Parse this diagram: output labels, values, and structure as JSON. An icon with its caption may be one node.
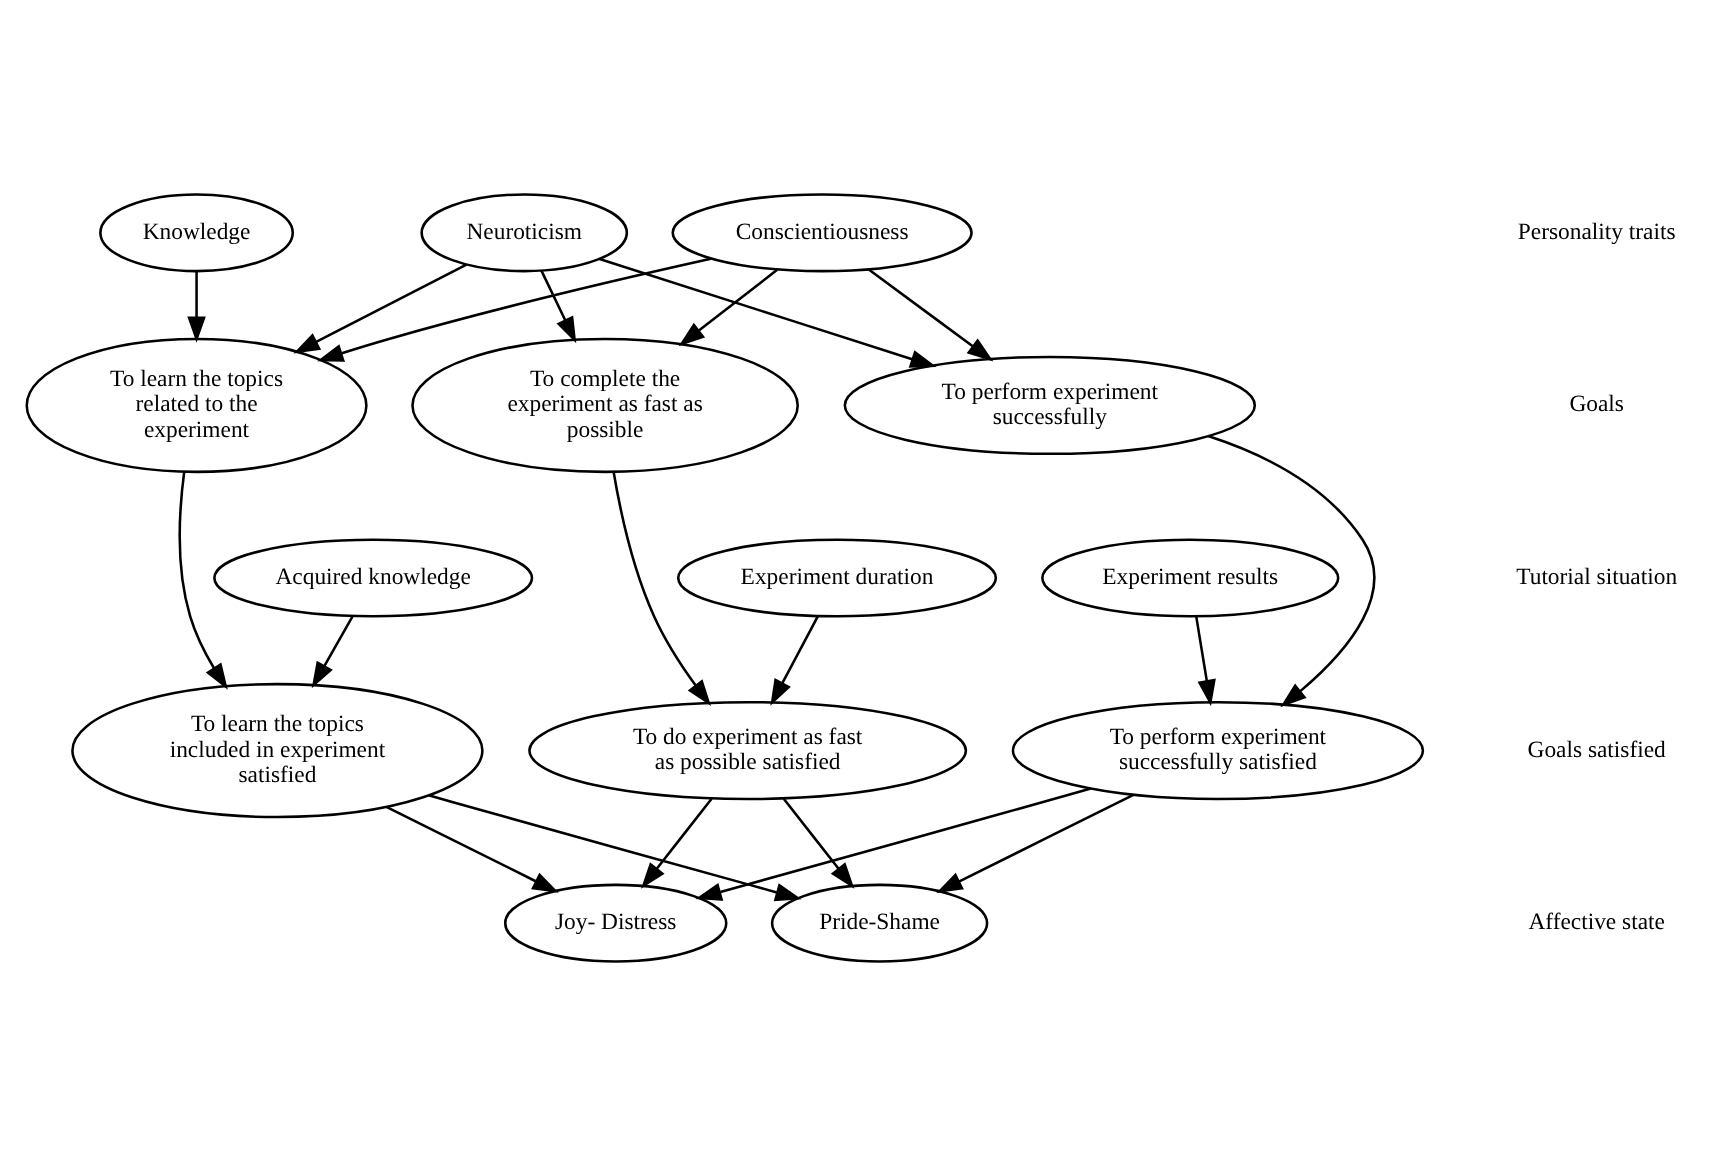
{
  "diagram": {
    "nodes": [
      {
        "text": [
          "Knowledge"
        ]
      },
      {
        "text": [
          "Conscientiousness"
        ]
      },
      {
        "text": [
          "Neuroticism"
        ]
      },
      {
        "text": [
          "To learn the topics related to the experiment"
        ]
      },
      {
        "text": [
          "To perform experiment successfully"
        ]
      },
      {
        "text": [
          "To complete the experiment as fast as possible"
        ]
      },
      {
        "text": [
          "Acquired knowledge"
        ]
      },
      {
        "text": [
          "Experiment results"
        ]
      },
      {
        "text": [
          "Experiment duration"
        ]
      },
      {
        "text": [
          "To learn the topics included in experiment satisfied"
        ]
      },
      {
        "text": [
          "To perform experiment successfully satisfied"
        ]
      },
      {
        "text": [
          "To do experiment as fast as possible satisfied"
        ]
      },
      {
        "text": [
          "Joy- Distress"
        ]
      },
      {
        "text": [
          "Pride-Shame"
        ]
      }
    ],
    "edges": [
      {
        "from": 0,
        "to": 3,
        "arrow": "to"
      },
      {
        "from": 1,
        "to": 3,
        "arrow": "to"
      },
      {
        "from": 1,
        "to": 4,
        "arrow": "to"
      },
      {
        "from": 1,
        "to": 5,
        "arrow": "to"
      },
      {
        "from": 2,
        "to": 3,
        "arrow": "to"
      },
      {
        "from": 2,
        "to": 4,
        "arrow": "to"
      },
      {
        "from": 2,
        "to": 5,
        "arrow": "to"
      },
      {
        "from": 3,
        "to": 9,
        "arrow": "to"
      },
      {
        "from": 4,
        "to": 10,
        "arrow": "to"
      },
      {
        "from": 5,
        "to": 11,
        "arrow": "to"
      },
      {
        "from": 6,
        "to": 9,
        "arrow": "to"
      },
      {
        "from": 7,
        "to": 10,
        "arrow": "to"
      },
      {
        "from": 8,
        "to": 11,
        "arrow": "to"
      },
      {
        "from": 9,
        "to": 12,
        "arrow": "to"
      },
      {
        "from": 9,
        "to": 13,
        "arrow": "to"
      },
      {
        "from": 10,
        "to": 12,
        "arrow": "to"
      },
      {
        "from": 10,
        "to": 13,
        "arrow": "to"
      },
      {
        "from": 11,
        "to": 12,
        "arrow": "to"
      },
      {
        "from": 11,
        "to": 13,
        "arrow": "to"
      }
    ],
    "labels": [
      "Personality traits",
      "Goals",
      "Tutorial situation",
      "Goals satisfied",
      "Affective state"
    ]
  }
}
